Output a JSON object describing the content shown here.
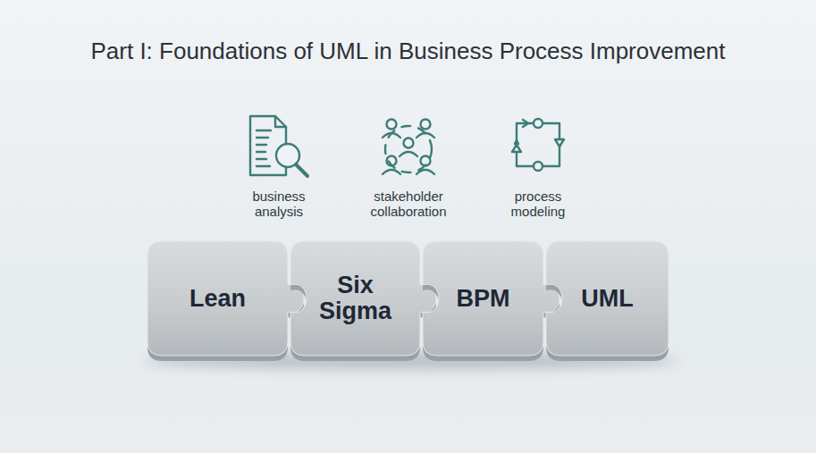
{
  "diagram": {
    "title": "Part I: Foundations of UML in Business Process Improvement",
    "nodes": [
      {
        "text": [
          "Lean"
        ]
      },
      {
        "text": [
          "Six Sigma"
        ]
      },
      {
        "text": [
          "BPM"
        ]
      },
      {
        "text": [
          "UML"
        ]
      }
    ],
    "labels": [
      "business analysis",
      "stakeholder collaboration",
      "process modeling"
    ]
  }
}
